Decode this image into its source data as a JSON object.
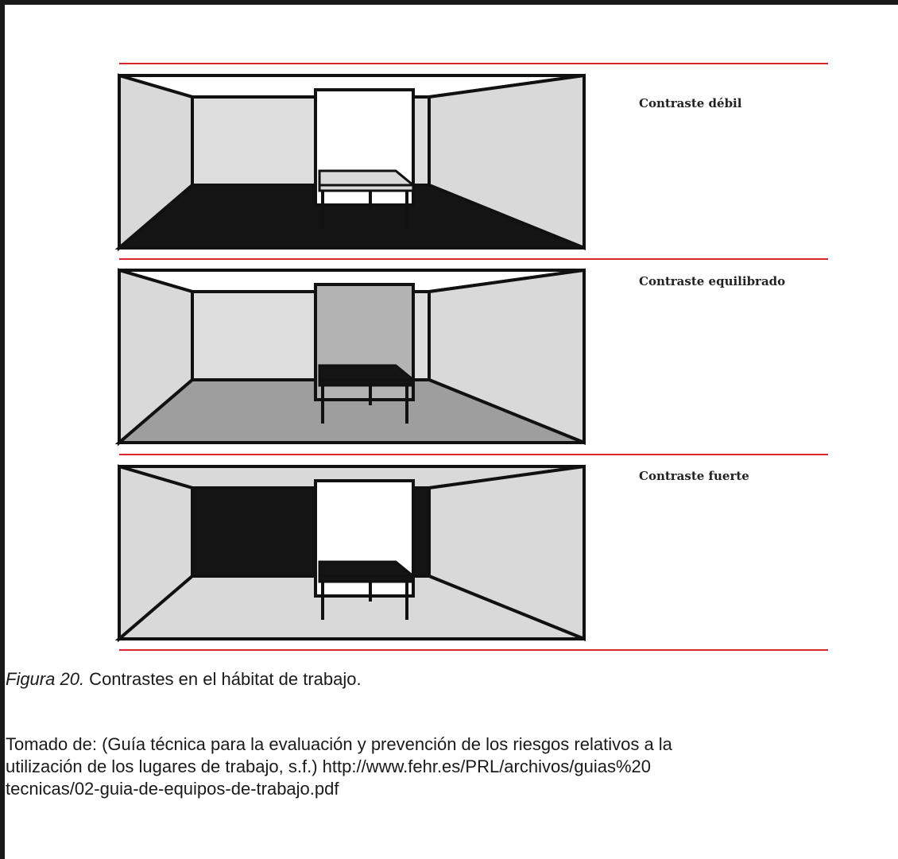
{
  "figure": {
    "panels": [
      {
        "label": "Contraste débil",
        "contrast": "weak",
        "colors": {
          "floor": "#141414",
          "side_walls": "#d9d9d9",
          "back_wall": "#dedede",
          "ceiling": "#ffffff",
          "partition": "#ffffff",
          "table_top": "#d9d9d9"
        }
      },
      {
        "label": "Contraste equilibrado",
        "contrast": "balanced",
        "colors": {
          "floor": "#9e9e9e",
          "side_walls": "#d9d9d9",
          "back_wall": "#dedede",
          "ceiling": "#ffffff",
          "partition": "#b3b3b3",
          "table_top": "#141414"
        }
      },
      {
        "label": "Contraste fuerte",
        "contrast": "strong",
        "colors": {
          "floor": "#d9d9d9",
          "side_walls": "#d9d9d9",
          "back_wall": "#141414",
          "ceiling": "#d9d9d9",
          "partition": "#ffffff",
          "table_top": "#141414"
        }
      }
    ],
    "separator_color": "#d9262e"
  },
  "caption": {
    "number": "Figura 20.",
    "text": " Contrastes en el hábitat de trabajo."
  },
  "source": {
    "line1": "Tomado de: (Guía técnica para la evaluación y prevención de los riesgos relativos a la",
    "line2": "utilización de los lugares de trabajo, s.f.)  http://www.fehr.es/PRL/archivos/guias%20",
    "line3": "tecnicas/02-guia-de-equipos-de-trabajo.pdf"
  }
}
